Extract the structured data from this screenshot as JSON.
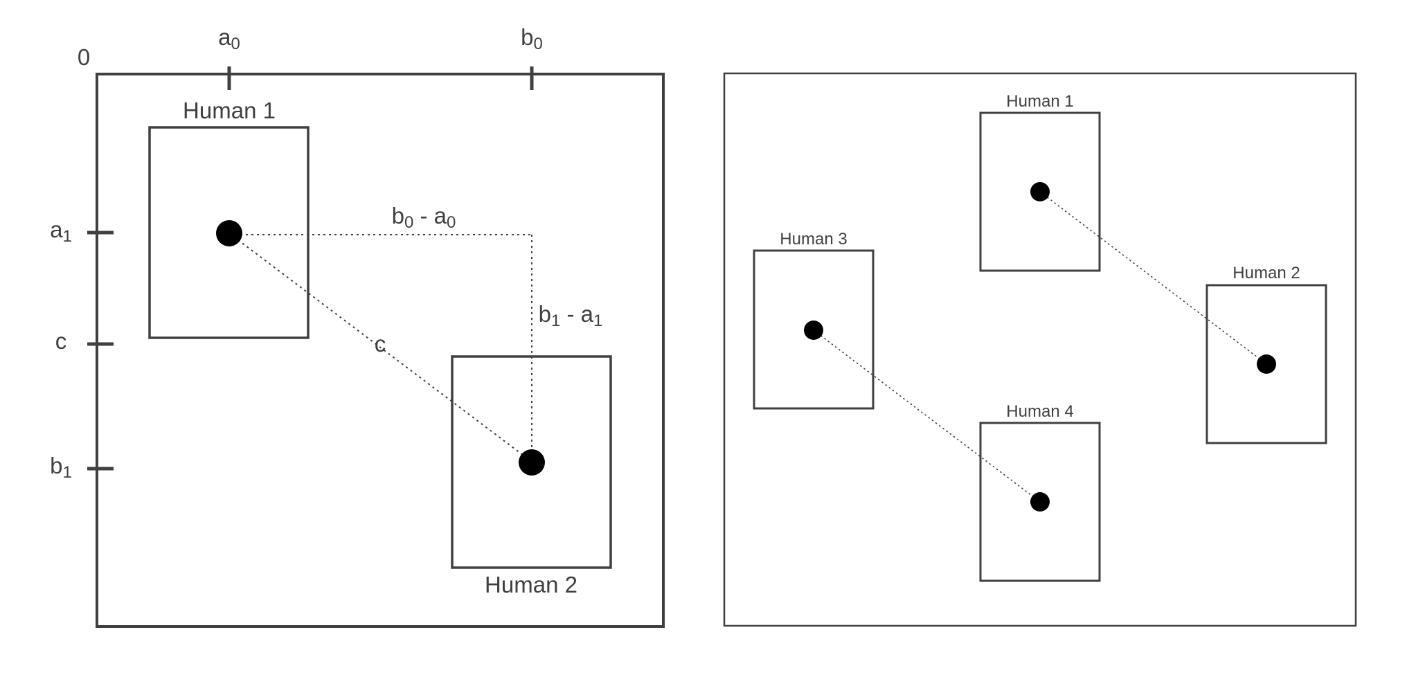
{
  "left_panel": {
    "origin_label": "0",
    "x_ticks": {
      "a0": {
        "base": "a",
        "sub": "0"
      },
      "b0": {
        "base": "b",
        "sub": "0"
      }
    },
    "y_ticks": {
      "a1": {
        "base": "a",
        "sub": "1"
      },
      "c": {
        "base": "c"
      },
      "b1": {
        "base": "b",
        "sub": "1"
      }
    },
    "boxes": {
      "human1": "Human 1",
      "human2": "Human 2"
    },
    "edge_labels": {
      "horizontal": {
        "t1": "b",
        "s1": "0",
        "op": " - a",
        "s2": "0"
      },
      "vertical": {
        "t1": "b",
        "s1": "1",
        "op": " - a",
        "s2": "1"
      },
      "diagonal": "c"
    }
  },
  "right_panel": {
    "boxes": {
      "human1": "Human 1",
      "human2": "Human 2",
      "human3": "Human 3",
      "human4": "Human 4"
    },
    "links": [
      {
        "from": "Human 1",
        "to": "Human 2"
      },
      {
        "from": "Human 3",
        "to": "Human 4"
      }
    ]
  },
  "colors": {
    "stroke": "#404040",
    "dot": "#000000",
    "background": "#ffffff"
  }
}
